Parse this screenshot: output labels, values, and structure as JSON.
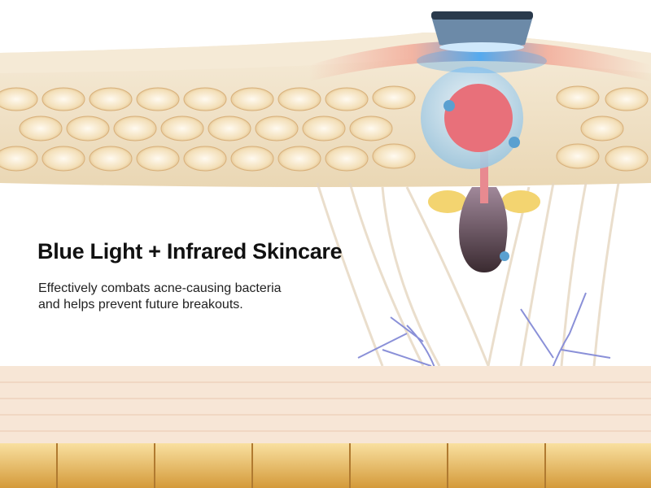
{
  "headline": "Blue Light + Infrared Skincare",
  "description": {
    "line1": "Effectively combats acne-causing bacteria",
    "line2": "and helps prevent future breakouts."
  },
  "colors": {
    "skin": "#f1e2c8",
    "cell_gold": "#e8c070",
    "blue_light": "#4aa6f0",
    "infrared": "#f08070",
    "bacteria_pink": "#e8707a",
    "nerve_blue": "#7a8ad8"
  }
}
